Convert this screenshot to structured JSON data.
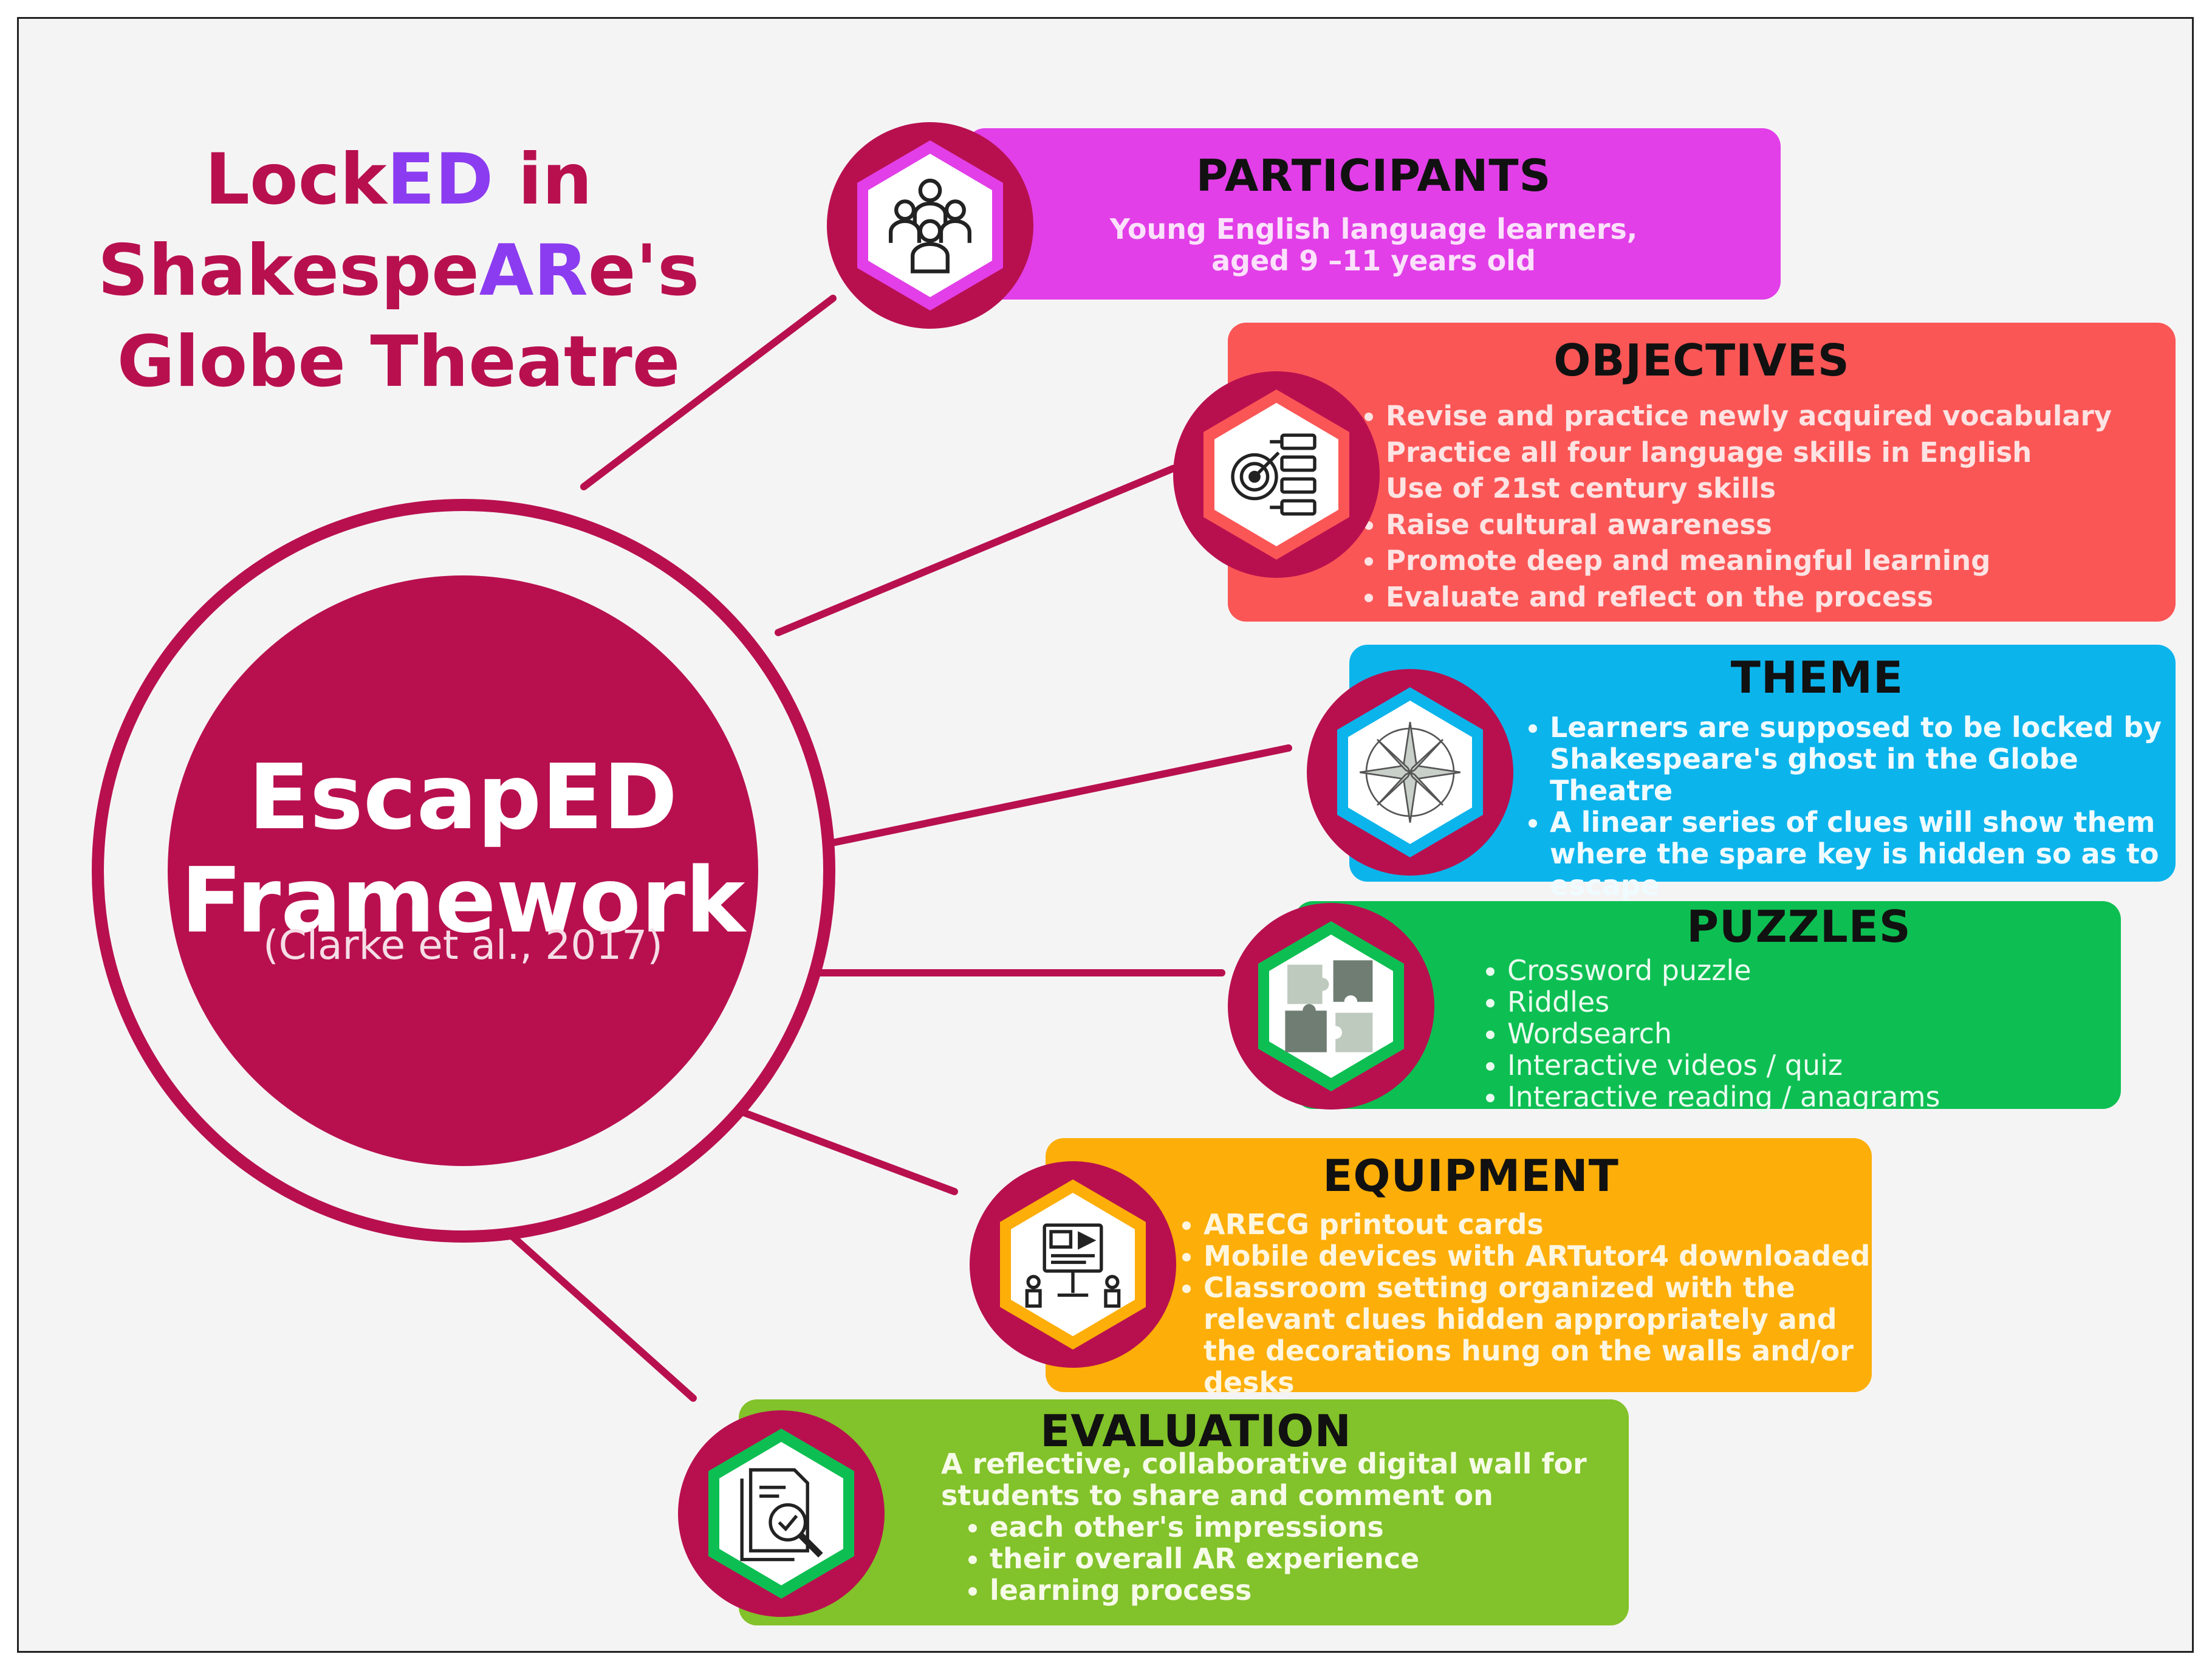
{
  "title": {
    "line1_a": "Lock",
    "line1_b": "ED",
    "line1_c": " in",
    "line2_a": "Shakespe",
    "line2_b": "AR",
    "line2_c": "e's",
    "line3": "Globe Theatre"
  },
  "center": {
    "line1": "EscapED",
    "line2": "Framework",
    "citation": "(Clarke et al., 2017)"
  },
  "participants": {
    "title": "PARTICIPANTS",
    "line1": "Young English language learners,",
    "line2": "aged 9 –11 years old",
    "color": "#e23fe8",
    "icon": "people-group-icon"
  },
  "objectives": {
    "title": "OBJECTIVES",
    "items": [
      "Revise and practice newly acquired vocabulary",
      "Practice all four language skills in English",
      "Use of 21st century skills",
      "Raise cultural awareness",
      "Promote deep and meaningful learning",
      "Evaluate and reflect on the process"
    ],
    "color": "#fb5656",
    "icon": "target-checklist-icon"
  },
  "theme": {
    "title": "THEME",
    "items": [
      "Learners are supposed to be locked by Shakespeare's ghost in the Globe Theatre",
      "A linear series of clues will show them where the spare key is hidden so as to escape"
    ],
    "color": "#0cb4ec",
    "icon": "compass-rose-icon"
  },
  "puzzles": {
    "title": "PUZZLES",
    "items": [
      "Crossword puzzle",
      "Riddles",
      "Wordsearch",
      "Interactive videos / quiz",
      "Interactive reading / anagrams"
    ],
    "color": "#0dbf52",
    "icon": "puzzle-pieces-icon"
  },
  "equipment": {
    "title": "EQUIPMENT",
    "items": [
      "ARECG printout cards",
      "Mobile devices with ARTutor4 downloaded",
      "Classroom setting organized with the relevant clues hidden appropriately and the decorations hung on the walls and/or desks"
    ],
    "color": "#fdae08",
    "icon": "presentation-screen-icon"
  },
  "evaluation": {
    "title": "EVALUATION",
    "intro": "A reflective, collaborative digital wall for students to share and comment on",
    "items": [
      "each other's  impressions",
      "their overall AR experience",
      "learning process"
    ],
    "color": "#82c22a",
    "icon": "document-magnifier-icon"
  },
  "accent": "#b8104f"
}
